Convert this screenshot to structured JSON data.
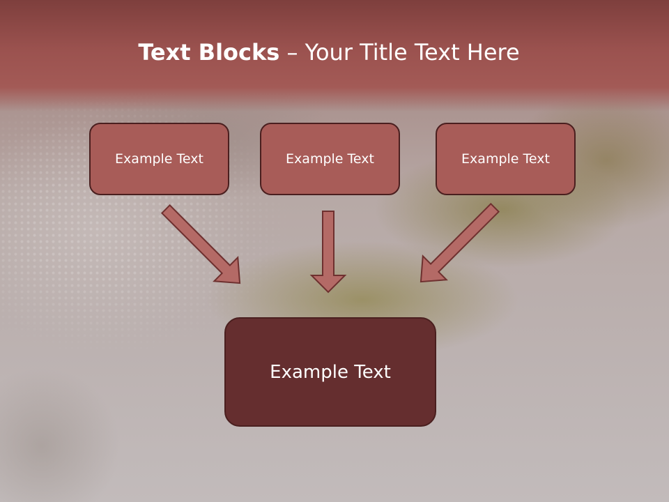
{
  "slide": {
    "title_bold": "Text Blocks",
    "title_dash": "–",
    "title_rest": "Your Title Text Here"
  },
  "diagram": {
    "top_boxes": [
      {
        "label": "Example Text"
      },
      {
        "label": "Example Text"
      },
      {
        "label": "Example Text"
      }
    ],
    "bottom_box": {
      "label": "Example Text"
    },
    "arrow_icons": [
      "arrow-down-right-icon",
      "arrow-down-icon",
      "arrow-down-left-icon"
    ]
  },
  "colors": {
    "header_band": "#9b524f",
    "small_box_fill": "#a85c58",
    "big_box_fill": "#652e2f",
    "box_border": "#4a1f1f",
    "arrow_fill": "#b46a66",
    "text": "#ffffff"
  }
}
